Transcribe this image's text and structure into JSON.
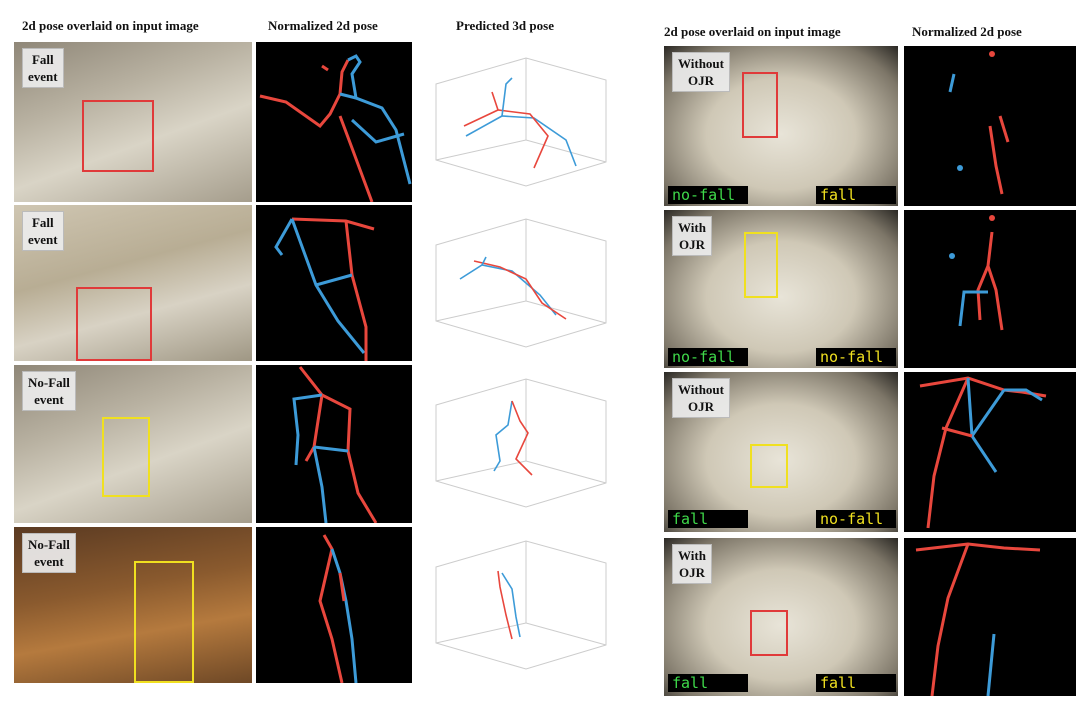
{
  "left_panel": {
    "headers": {
      "overlay": "2d pose overlaid on input image",
      "normalized": "Normalized 2d pose",
      "predicted": "Predicted 3d pose"
    },
    "rows": [
      {
        "label_line1": "Fall",
        "label_line2": "event",
        "box_color": "#e03a3a"
      },
      {
        "label_line1": "Fall",
        "label_line2": "event",
        "box_color": "#e03a3a"
      },
      {
        "label_line1": "No-Fall",
        "label_line2": "event",
        "box_color": "#f0e020"
      },
      {
        "label_line1": "No-Fall",
        "label_line2": "event",
        "box_color": "#f0e020"
      }
    ]
  },
  "right_panel": {
    "headers": {
      "overlay": "2d pose overlaid on input image",
      "normalized": "Normalized 2d pose"
    },
    "rows": [
      {
        "label_line1": "Without",
        "label_line2": "OJR",
        "tag_left": "no-fall",
        "tag_right": "fall",
        "box_color": "#e03a3a"
      },
      {
        "label_line1": "With",
        "label_line2": "OJR",
        "tag_left": "no-fall",
        "tag_right": "no-fall",
        "box_color": "#f0e020"
      },
      {
        "label_line1": "Without",
        "label_line2": "OJR",
        "tag_left": "fall",
        "tag_right": "no-fall",
        "box_color": "#f0e020"
      },
      {
        "label_line1": "With",
        "label_line2": "OJR",
        "tag_left": "fall",
        "tag_right": "fall",
        "box_color": "#e03a3a"
      }
    ]
  },
  "colors": {
    "limb_left": "#e8473d",
    "limb_right": "#3d9bd8",
    "tag_green": "#3fd94a",
    "tag_yellow": "#f0e020"
  }
}
